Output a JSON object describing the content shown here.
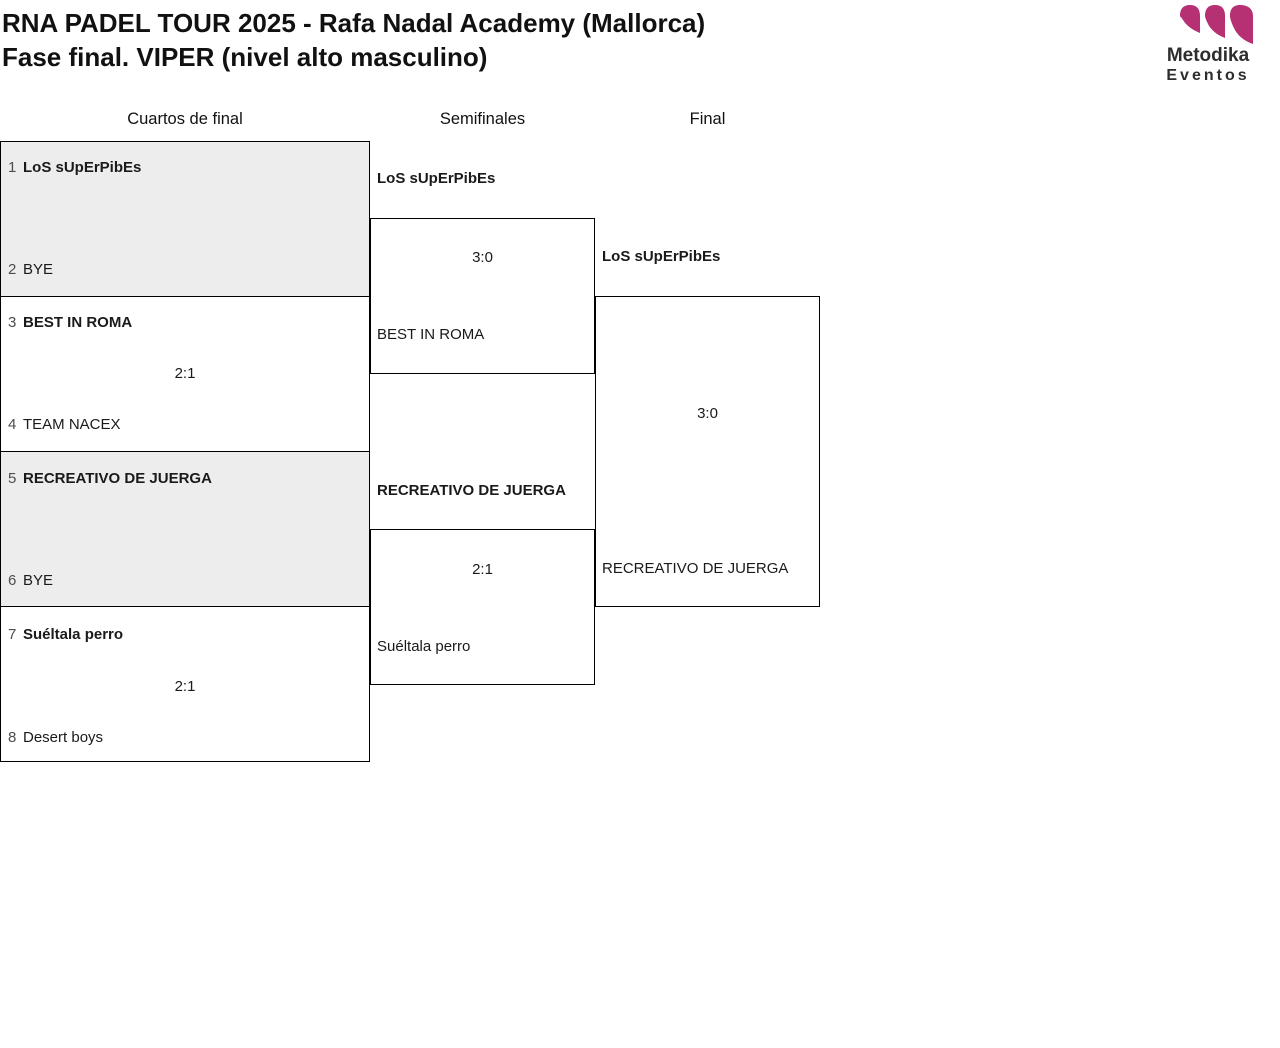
{
  "header": {
    "title": "RNA PADEL TOUR 2025 - Rafa Nadal Academy (Mallorca)",
    "subtitle": "Fase final. VIPER (nivel alto masculino)",
    "logo": {
      "line1": "Metodika",
      "line2": "Eventos",
      "brand_color": "#b63074",
      "text_color": "#2d2d2d"
    }
  },
  "bracket": {
    "rounds": [
      {
        "label": "Cuartos de final"
      },
      {
        "label": "Semifinales"
      },
      {
        "label": "Final"
      }
    ],
    "quarterfinals": [
      {
        "p1_seed": "1",
        "p1": "LoS sUpErPibEs",
        "p1_winner": true,
        "p2_seed": "2",
        "p2": "BYE",
        "p2_winner": false,
        "score": "",
        "shaded": true
      },
      {
        "p1_seed": "3",
        "p1": "BEST IN ROMA",
        "p1_winner": true,
        "p2_seed": "4",
        "p2": "TEAM NACEX",
        "p2_winner": false,
        "score": "2:1",
        "shaded": false
      },
      {
        "p1_seed": "5",
        "p1": "RECREATIVO DE JUERGA",
        "p1_winner": true,
        "p2_seed": "6",
        "p2": "BYE",
        "p2_winner": false,
        "score": "",
        "shaded": true
      },
      {
        "p1_seed": "7",
        "p1": "Suéltala perro",
        "p1_winner": true,
        "p2_seed": "8",
        "p2": "Desert boys",
        "p2_winner": false,
        "score": "2:1",
        "shaded": false
      }
    ],
    "semifinals": [
      {
        "p1": "LoS sUpErPibEs",
        "p1_winner": true,
        "p2": "BEST IN ROMA",
        "p2_winner": false,
        "score": "3:0"
      },
      {
        "p1": "RECREATIVO DE JUERGA",
        "p1_winner": true,
        "p2": "Suéltala perro",
        "p2_winner": false,
        "score": "2:1"
      }
    ],
    "final": {
      "p1": "LoS sUpErPibEs",
      "p1_winner": true,
      "p2": "RECREATIVO DE JUERGA",
      "p2_winner": false,
      "score": "3:0"
    }
  },
  "colors": {
    "shaded_box": "#ededed",
    "border": "#000000",
    "seed_number": "#4d4d4d"
  }
}
